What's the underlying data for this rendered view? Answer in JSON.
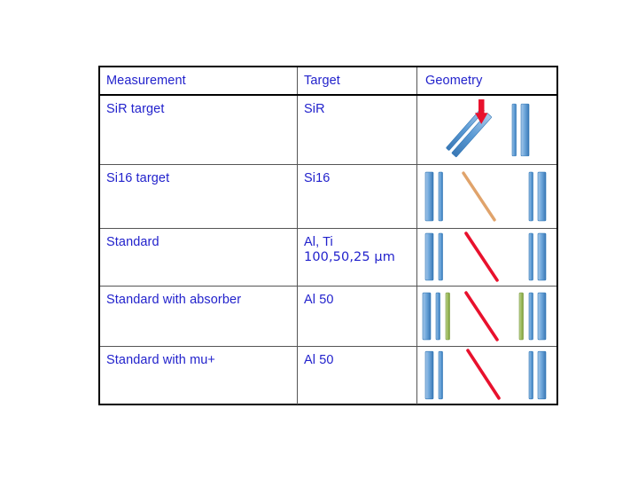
{
  "slide": {
    "background_color": "#ffffff",
    "text_color": "#2222CC",
    "border_color": "#000000"
  },
  "table": {
    "headers": {
      "measurement": "Measurement",
      "target": "Target",
      "geometry": "Geometry"
    },
    "rows": [
      {
        "measurement": "SiR target",
        "target": "SiR",
        "target_line2": "",
        "geometry_name": "tilted-sir-target-with-beam-arrow"
      },
      {
        "measurement": "Si16 target",
        "target": "Si16",
        "target_line2": "",
        "geometry_name": "si16-target-between-detectors"
      },
      {
        "measurement": "Standard",
        "target": "Al, Ti",
        "target_line2": "100,50,25 μm",
        "geometry_name": "standard-foil-between-detectors"
      },
      {
        "measurement": "Standard with absorber",
        "target": "Al 50",
        "target_line2": "",
        "geometry_name": "standard-foil-with-absorber-plates"
      },
      {
        "measurement": "Standard with mu+",
        "target": "Al 50",
        "target_line2": "",
        "geometry_name": "standard-foil-with-mu-plus"
      }
    ]
  },
  "geometry_legend": {
    "detector_bar_color": "#5B9BD5",
    "detector_bar_edge_color": "#2E75B6",
    "absorber_bar_color": "#9BBB59",
    "target_foil_red": "#E8112D",
    "target_foil_orange": "#E8A56B",
    "beam_arrow_color": "#E8112D",
    "icons": [
      "detector-bar-wide",
      "detector-bar-thin",
      "absorber-bar-green",
      "target-foil-diagonal",
      "beam-arrow-down"
    ]
  }
}
